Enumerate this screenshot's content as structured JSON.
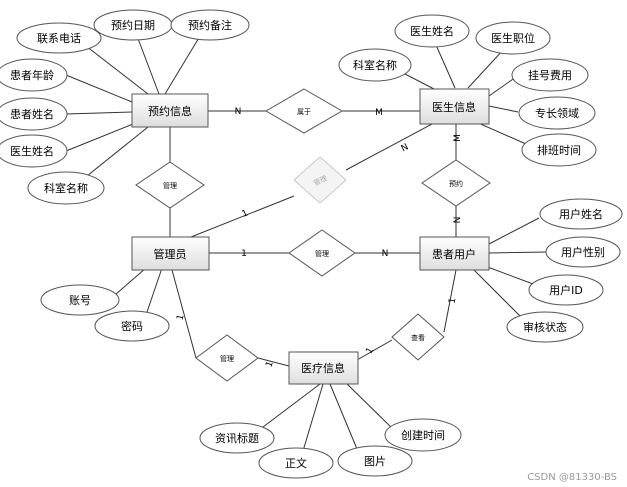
{
  "entities": {
    "appointment": "预约信息",
    "doctor": "医生信息",
    "admin": "管理员",
    "patient": "患者用户",
    "medical": "医疗信息"
  },
  "attributes": {
    "appointment": [
      "联系电话",
      "预约日期",
      "预约备注",
      "患者年龄",
      "患者姓名",
      "医生姓名",
      "科室名称"
    ],
    "doctor": [
      "医生姓名",
      "医生职位",
      "科室名称",
      "挂号费用",
      "专长领域",
      "排班时间"
    ],
    "patient": [
      "用户姓名",
      "用户性别",
      "用户ID",
      "审核状态"
    ],
    "admin": [
      "账号",
      "密码"
    ],
    "medical": [
      "资讯标题",
      "正文",
      "图片",
      "创建时间"
    ]
  },
  "relationships": {
    "belongs": "属于",
    "manage_appointment": "管理",
    "manage_doctor": "管理",
    "appoint": "预约",
    "manage_patient": "管理",
    "manage_medical": "管理",
    "view": "查看"
  },
  "cardinalities": {
    "appointment_belongs": "N",
    "belongs_doctor": "M",
    "doctor_appoint": "M",
    "appoint_patient": "N",
    "admin_manage_doctor": "1",
    "manage_doctor_doctor": "N",
    "admin_manage_patient": "1",
    "manage_patient_patient": "N",
    "admin_manage_medical": "1",
    "manage_medical_medical": "1",
    "patient_view": "1",
    "view_medical": "1"
  },
  "watermark": "CSDN @81330-BS"
}
